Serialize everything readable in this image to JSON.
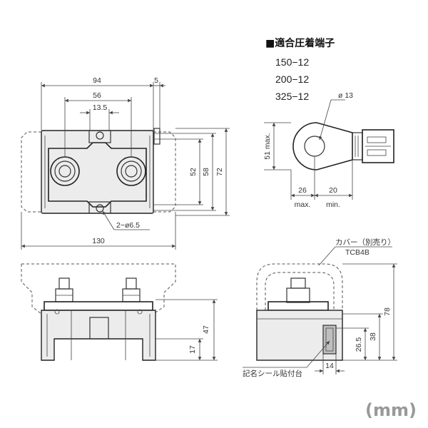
{
  "terminals": {
    "heading": "■適合圧着端子",
    "items": [
      "150−12",
      "200−12",
      "325−12"
    ]
  },
  "top_view": {
    "dim_94": "94",
    "dim_5": "5",
    "dim_56": "56",
    "dim_13_5": "13.5",
    "dim_52": "52",
    "dim_58": "58",
    "dim_72": "72",
    "dim_130": "130",
    "holes": "2−ø6.5"
  },
  "lug": {
    "phi": "ø 13",
    "dim_51": "51 max.",
    "dim_26": "26",
    "dim_26_note": "max.",
    "dim_20": "20",
    "dim_20_note": "min."
  },
  "side_view": {
    "cover": "カバー（別売り）",
    "cover_model": "TCB4B",
    "dim_47": "47",
    "dim_17": "17",
    "dim_78": "78",
    "dim_38": "38",
    "dim_26_5": "26.5",
    "dim_14": "14",
    "label_area": "記名シール貼付台"
  },
  "unit": "(mm)"
}
